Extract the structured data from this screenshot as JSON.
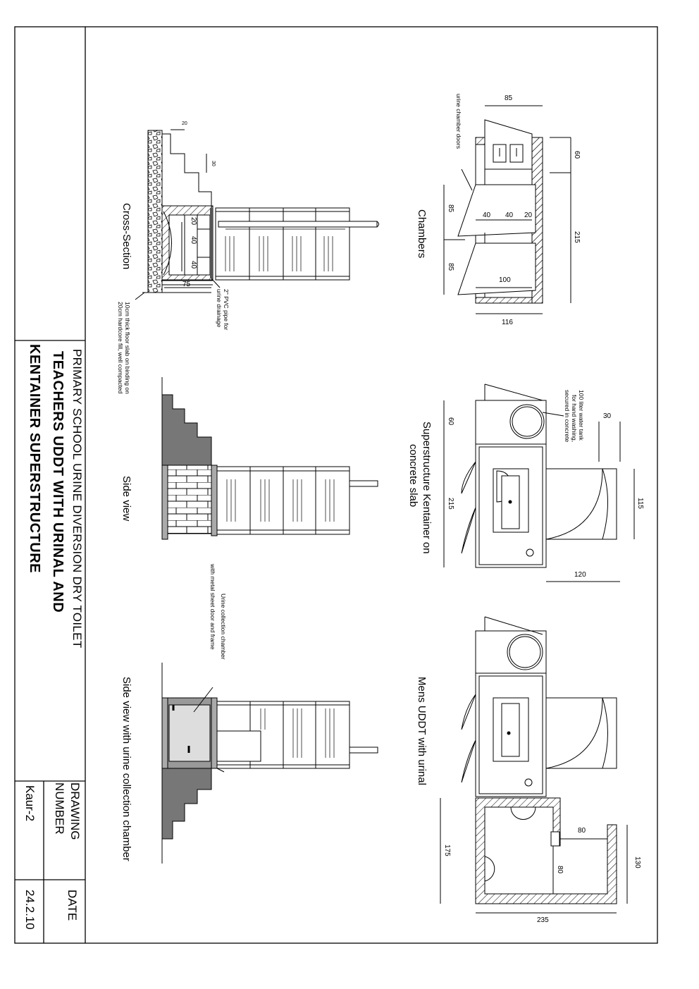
{
  "title_block": {
    "title_line1": "PRIMARY SCHOOL URINE DIVERSION DRY TOILET",
    "title_line2": "TEACHERS UDDT WITH URINAL AND",
    "title_line3": "KENTAINER SUPERSTRUCTURE",
    "drawing_number_label_1": "DRAWING",
    "drawing_number_label_2": "NUMBER",
    "drawing_number": "Kaur-2",
    "date_label": "DATE",
    "date": "24.2.10"
  },
  "views": {
    "cross_section": "Cross-Section",
    "side_view": "Side view",
    "side_view_chamber": "Side view with urine collection chamber",
    "chambers": "Chambers",
    "superstructure_1": "Superstructure Kentainer on",
    "superstructure_2": "concrete slab",
    "mens": "Mens UDDT with urinal"
  },
  "notes": {
    "floor_slab_1": "10cm thick floor slab on binding on",
    "floor_slab_2": "20cm hardcore fill, well compacted",
    "pvc_pipe_1": "2\" PVC pipe for",
    "pvc_pipe_2": "urine drainage",
    "urine_chamber_1": "Urine collection chamber",
    "urine_chamber_2": "with metal sheet door and frame",
    "chamber_doors": "urine chamber doors",
    "water_tank_1": "100 liter water tank",
    "water_tank_2": "for hand washing,",
    "water_tank_3": "secured in concrete"
  },
  "dimensions": {
    "cs_20": "20",
    "cs_30": "30",
    "cs_20b": "20",
    "cs_40a": "40",
    "cs_40b": "40",
    "cs_75": "75",
    "ch_85_top": "85",
    "ch_60": "60",
    "ch_215": "215",
    "ch_85a": "85",
    "ch_85b": "85",
    "ch_40a": "40",
    "ch_40b": "40",
    "ch_20": "20",
    "ch_100": "100",
    "ch_116": "116",
    "ss_60": "60",
    "ss_215": "215",
    "ss_30": "30",
    "ss_115": "115",
    "ss_120": "120",
    "m_175": "175",
    "m_80a": "80",
    "m_80b": "80",
    "m_130": "130",
    "m_235": "235"
  }
}
